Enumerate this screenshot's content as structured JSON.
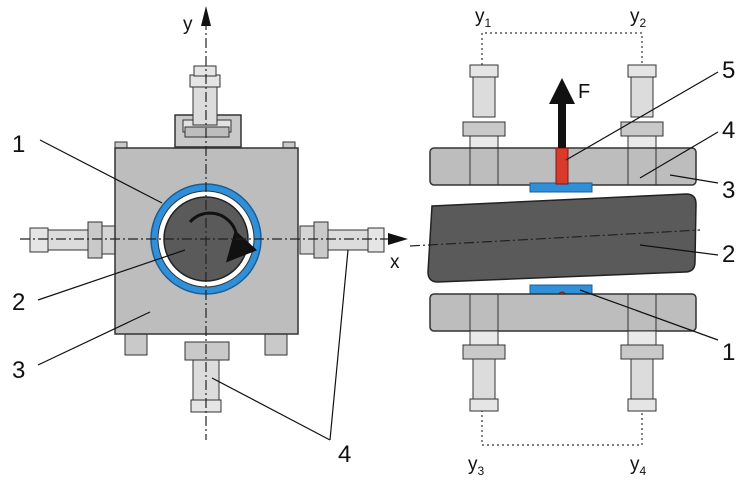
{
  "labels": {
    "y_axis": "y",
    "x_axis": "x",
    "force": "F",
    "sensor_y1": {
      "main": "y",
      "sub": "1"
    },
    "sensor_y2": {
      "main": "y",
      "sub": "2"
    },
    "sensor_y3": {
      "main": "y",
      "sub": "3"
    },
    "sensor_y4": {
      "main": "y",
      "sub": "4"
    },
    "left_callouts": [
      "1",
      "2",
      "3",
      "4"
    ],
    "right_callouts": [
      "5",
      "4",
      "3",
      "2",
      "1"
    ]
  },
  "colors": {
    "housing": "#bdbdbd",
    "housing_dark": "#a8a8a8",
    "shaft": "#5a5a5a",
    "ring": "#2f8fd8",
    "load_rod": "#d93a2b",
    "sensor": "#d6d6d6",
    "arrow": "#111111"
  }
}
